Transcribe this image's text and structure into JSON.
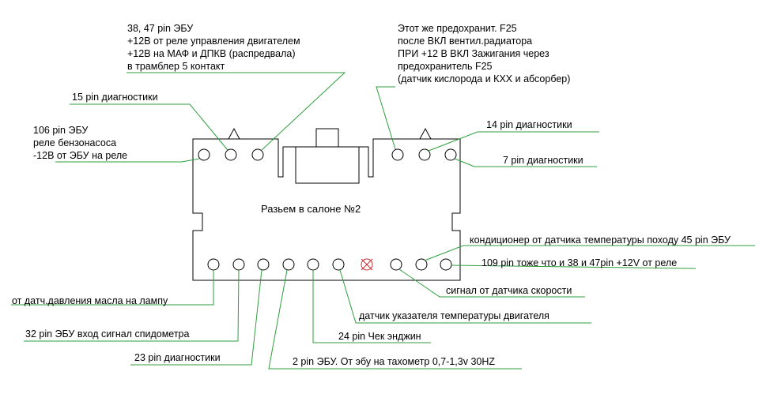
{
  "connector": {
    "title": "Разьем в салоне №2"
  },
  "labels": {
    "ecu_38_47": [
      "38, 47 pin ЭБУ",
      "+12В от реле управления двигателем",
      "+12В на МАФ и ДПКВ (распредвала)",
      "в трамблер 5 контакт"
    ],
    "fuse_f25": [
      "Этот же предохранит. F25",
      "после ВКЛ вентил.радиатора",
      "ПРИ +12 В ВКЛ Зажигания через",
      "предохранитель F25",
      "(датчик кислорода и КХХ и абсорбер)"
    ],
    "diag_15": "15 pin диагностики",
    "ecu_106": [
      "106 pin ЭБУ",
      "реле бензонасоса",
      "-12В от ЭБУ на реле"
    ],
    "diag_14": "14 pin диагностики",
    "diag_7": "7 pin диагностики",
    "ac_45": "кондиционер от датчика температуры походу 45 pin ЭБУ",
    "pin_109": "109 pin тоже что и 38 и 47pin +12V от реле",
    "speed_signal": "сигнал от датчика скорости",
    "oil_pressure": "от датч.давления масла на лампу",
    "temp_gauge": "датчик указателя температуры двигателя",
    "speedometer_32": "32 pin ЭБУ вход сигнал спидометра",
    "check_engine_24": "24 pin Чек энджин",
    "diag_23": "23 pin диагностики",
    "tacho_2": "2 pin ЭБУ. От эбу на тахометр 0,7-1,3v 30HZ"
  },
  "colors": {
    "line": "#2e9e3e",
    "outline": "#000000",
    "cross": "#cc2a2a"
  }
}
